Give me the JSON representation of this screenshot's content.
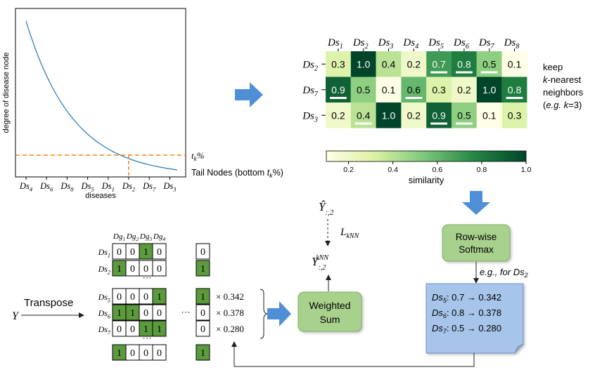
{
  "tail_plot": {
    "ylabel": "degree of disease node",
    "xlabel": "diseases",
    "xticks": [
      "Ds4",
      "Ds6",
      "Ds8",
      "Ds5",
      "Ds1",
      "Ds2",
      "Ds7",
      "Ds3"
    ],
    "threshold_label": "t_k%",
    "tail_label": "Tail Nodes (bottom t_k%)",
    "line_color": "#1f77b4",
    "threshold_color": "#ff7f0e"
  },
  "heatmap": {
    "columns": [
      "Ds1",
      "Ds2",
      "Ds3",
      "Ds4",
      "Ds5",
      "Ds6",
      "Ds7",
      "Ds8"
    ],
    "rows": [
      {
        "label": "Ds2",
        "values": [
          0.3,
          1.0,
          0.4,
          0.2,
          0.7,
          0.8,
          0.5,
          0.1
        ],
        "topk": [
          4,
          5,
          6
        ]
      },
      {
        "label": "Ds7",
        "values": [
          0.9,
          0.5,
          0.1,
          0.6,
          0.3,
          0.2,
          1.0,
          0.8
        ],
        "topk": [
          0,
          3,
          7
        ]
      },
      {
        "label": "Ds3",
        "values": [
          0.2,
          0.4,
          1.0,
          0.2,
          0.9,
          0.5,
          0.1,
          0.3
        ],
        "topk": [
          1,
          4,
          5
        ]
      }
    ],
    "colorbar_label": "similarity",
    "colorbar_ticks": [
      "0.2",
      "0.4",
      "0.6",
      "0.8",
      "1.0"
    ]
  },
  "knn_note": {
    "line1": "keep",
    "line2": "k-nearest",
    "line3": "neighbors",
    "line4": "(e.g. k=3)"
  },
  "softmax": {
    "box_line1": "Row-wise",
    "box_line2": "Softmax",
    "example": "e.g., for Ds2",
    "results": [
      "Ds5: 0.7 → 0.342",
      "Ds6: 0.8 → 0.378",
      "Ds7: 0.5 → 0.280"
    ],
    "box_color": "#a9d18e",
    "note_color": "#a7c4ea"
  },
  "matrix": {
    "input_label": "Y",
    "transpose_label": "Transpose",
    "columns": [
      "Dg1",
      "Dg2",
      "Dg3",
      "Dg4"
    ],
    "top_rows": [
      {
        "label": "Ds1",
        "values": [
          0,
          0,
          1,
          0
        ],
        "last": 0
      },
      {
        "label": "Ds2",
        "values": [
          1,
          0,
          0,
          0
        ],
        "last": 1
      }
    ],
    "mid_rows": [
      {
        "label": "Ds5",
        "values": [
          0,
          0,
          0,
          1
        ],
        "last": 1,
        "weight": "× 0.342"
      },
      {
        "label": "Ds6",
        "values": [
          1,
          1,
          0,
          0
        ],
        "last": 0,
        "weight": "× 0.378"
      },
      {
        "label": "Ds7",
        "values": [
          0,
          0,
          1,
          1
        ],
        "last": 0,
        "weight": "× 0.280"
      }
    ],
    "bottom_row": {
      "values": [
        1,
        0,
        0,
        0
      ],
      "last": 1
    },
    "cell_fill": "#5b9b3d"
  },
  "weighted_sum": {
    "line1": "Weighted",
    "line2": "Sum"
  },
  "labels": {
    "y_hat": "Ŷ:,2",
    "loss": "LkNN",
    "y_knn": "Y:,2 kNN"
  },
  "arrow_color": "#4f8fd8"
}
